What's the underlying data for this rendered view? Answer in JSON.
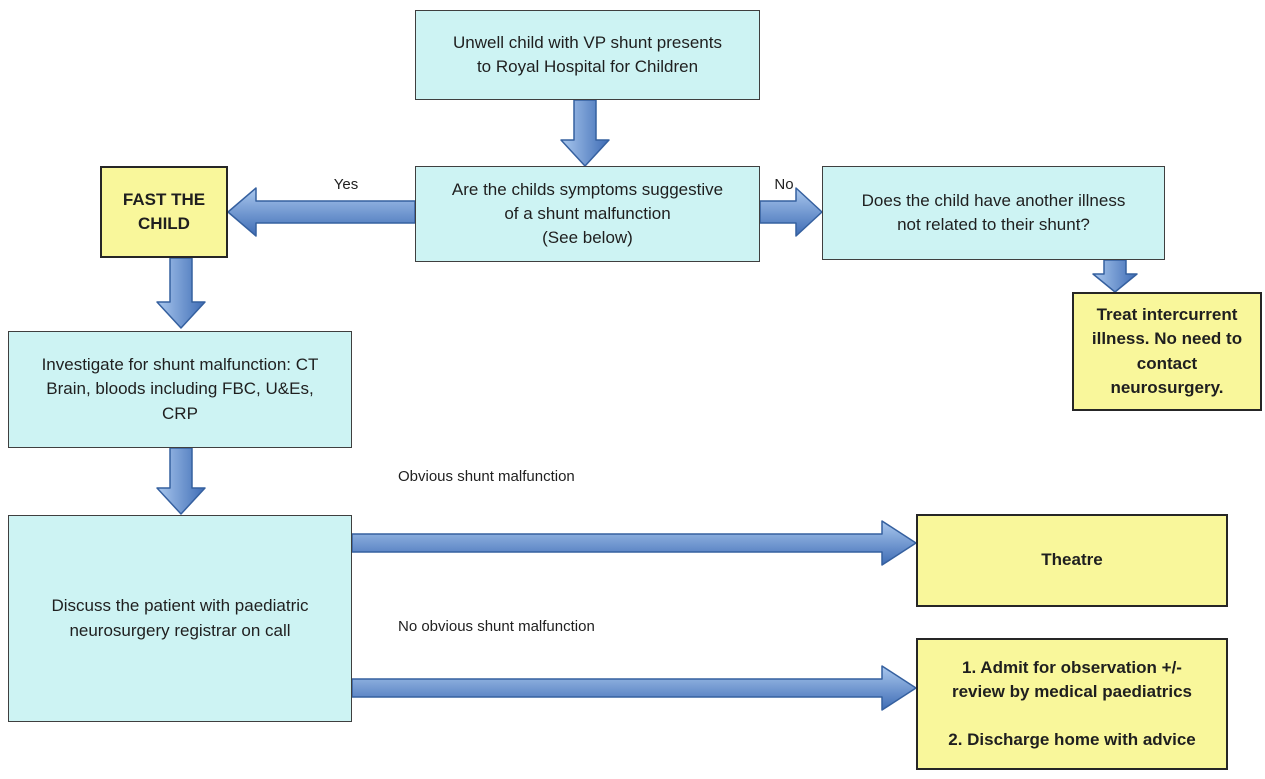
{
  "colors": {
    "node_cyan": "#cdf3f3",
    "node_yellow": "#f9f79b",
    "cyan_border": "#3f3f3f",
    "yellow_border": "#262626",
    "arrow_light": "#aac8ee",
    "arrow_dark": "#3e6cb5",
    "arrow_border": "#35609f",
    "text": "#1f1f1f"
  },
  "nodes": {
    "start": {
      "text": "Unwell child with VP shunt presents\nto Royal Hospital for Children"
    },
    "decision_symptoms": {
      "text": "Are the childs symptoms suggestive\nof a shunt malfunction\n(See below)"
    },
    "fast_the_child": {
      "text": "FAST THE\nCHILD"
    },
    "other_illness": {
      "text": "Does the child have another illness\nnot related to their shunt?"
    },
    "treat_intercurrent": {
      "text": "Treat intercurrent\nillness. No need to\ncontact\nneurosurgery."
    },
    "investigate": {
      "text": "Investigate for shunt malfunction: CT\nBrain, bloods including FBC, U&Es,\nCRP"
    },
    "discuss": {
      "text": "Discuss the patient with paediatric\nneurosurgery registrar on call"
    },
    "theatre": {
      "text": "Theatre"
    },
    "outcome": {
      "text": "1. Admit for observation +/-\nreview by medical paediatrics\n\n2. Discharge home with advice"
    }
  },
  "edge_labels": {
    "yes": "Yes",
    "no": "No",
    "obvious": "Obvious shunt malfunction",
    "no_obvious": "No obvious shunt malfunction"
  }
}
